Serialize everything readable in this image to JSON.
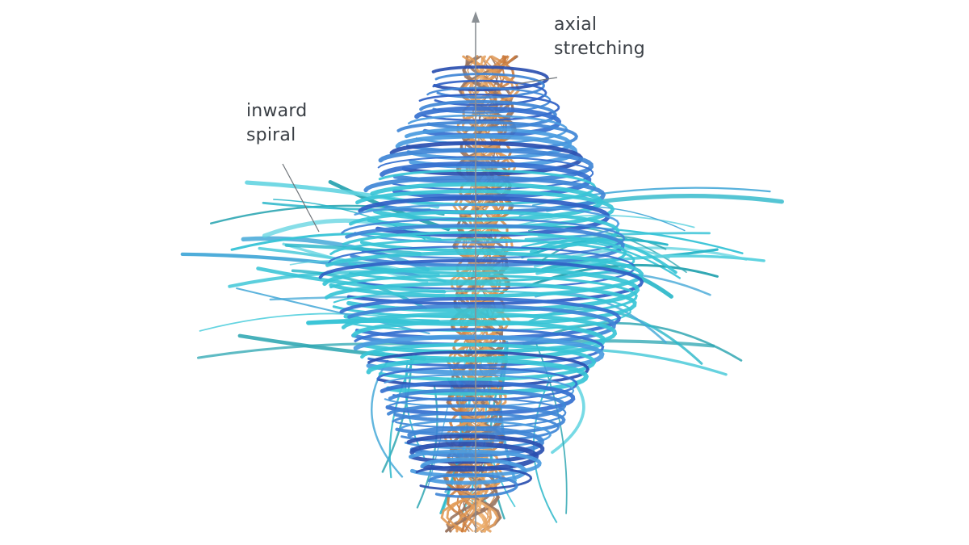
{
  "labels": {
    "axial_line1": "axial",
    "axial_line2": "stretching",
    "inward_line1": "inward",
    "inward_line2": "spiral"
  },
  "colors": {
    "background": "#ffffff",
    "core_orange": "#e29a55",
    "core_brown": "#9a7560",
    "inner_blue": "#2f5fc4",
    "mid_blue": "#3f86d6",
    "outer_cyan": "#38c4d6",
    "outer_teal": "#2ea6b2",
    "axis_line": "#8a8f94",
    "label_text": "#3a3f45"
  }
}
